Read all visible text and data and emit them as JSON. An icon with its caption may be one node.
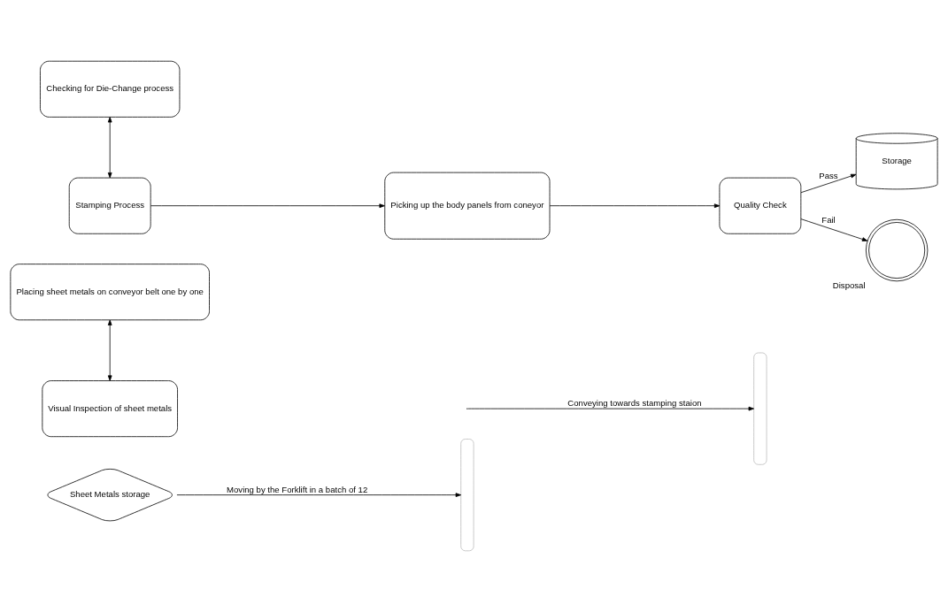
{
  "diagram": {
    "nodes": [
      {
        "text": [
          "Sheet Metals storage"
        ]
      },
      {
        "text": [],
        "shape": "bracket"
      },
      {
        "text": [
          "Placing sheet metals on conveyor belt one by one"
        ]
      },
      {
        "text": [
          "Visual Inspection of sheet metals"
        ]
      },
      {
        "text": [],
        "shape": "bracket"
      },
      {
        "text": [
          "Checking for Die-Change process"
        ]
      },
      {
        "text": [
          "Stamping Process"
        ]
      },
      {
        "text": [
          "Picking up the body panels from coneyor"
        ]
      },
      {
        "text": [
          "Quality Check"
        ]
      },
      {
        "text": [
          "Storage"
        ]
      },
      {
        "text": [],
        "shape": "circle",
        "beside": [
          "Disposal"
        ]
      }
    ],
    "edges": [
      {
        "from": 0,
        "to": 1,
        "arrow": "to",
        "label": "Moving by the Forklift in a batch of 12"
      },
      {
        "from": 2,
        "to": 3,
        "arrow": "both"
      },
      {
        "from": null,
        "to": 4,
        "arrow": "to",
        "label": "Conveying towards stamping staion"
      },
      {
        "from": 5,
        "to": 6,
        "arrow": "both"
      },
      {
        "from": 6,
        "to": 7,
        "arrow": "to"
      },
      {
        "from": 7,
        "to": 8,
        "arrow": "to"
      },
      {
        "from": 8,
        "to": 9,
        "arrow": "to",
        "label": "Pass"
      },
      {
        "from": 8,
        "to": 10,
        "arrow": "to",
        "label": "Fail"
      }
    ]
  }
}
